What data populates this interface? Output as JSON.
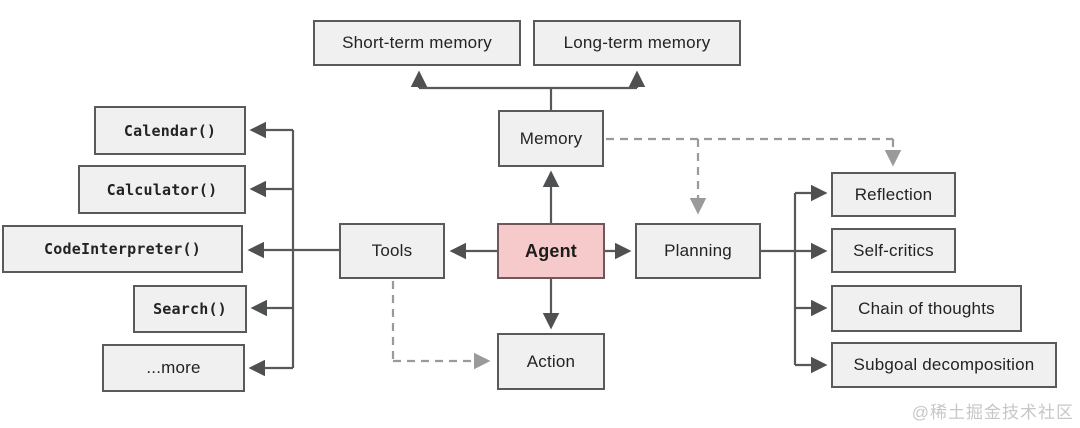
{
  "diagram": {
    "title_semantic": "LLM agent architecture overview",
    "watermark": "@稀土掘金技术社区",
    "colors": {
      "background": "#ffffff",
      "box_fill": "#f0f0f0",
      "box_border": "#595a5c",
      "agent_fill": "#f6caca",
      "agent_border": "#6f585a",
      "solid_line": "#57585a",
      "dashed_line": "#9a9a9a",
      "text": "#222325",
      "watermark": "#c7c7c7"
    },
    "nodes": {
      "short_term_memory": "Short-term memory",
      "long_term_memory": "Long-term memory",
      "memory": "Memory",
      "tools": "Tools",
      "agent": "Agent",
      "planning": "Planning",
      "action": "Action",
      "calendar": "Calendar()",
      "calculator": "Calculator()",
      "code_interpreter": "CodeInterpreter()",
      "search": "Search()",
      "more": "...more",
      "reflection": "Reflection",
      "self_critics": "Self-critics",
      "chain_of_thoughts": "Chain of thoughts",
      "subgoal_decomposition": "Subgoal decomposition"
    },
    "edges": [
      {
        "from": "memory",
        "to": "short_term_memory",
        "style": "solid",
        "arrow": "to"
      },
      {
        "from": "memory",
        "to": "long_term_memory",
        "style": "solid",
        "arrow": "to"
      },
      {
        "from": "agent",
        "to": "memory",
        "style": "solid",
        "arrow": "to"
      },
      {
        "from": "agent",
        "to": "tools",
        "style": "solid",
        "arrow": "to"
      },
      {
        "from": "agent",
        "to": "planning",
        "style": "solid",
        "arrow": "to"
      },
      {
        "from": "agent",
        "to": "action",
        "style": "solid",
        "arrow": "to"
      },
      {
        "from": "tools",
        "to": "calendar",
        "style": "solid",
        "arrow": "to"
      },
      {
        "from": "tools",
        "to": "calculator",
        "style": "solid",
        "arrow": "to"
      },
      {
        "from": "tools",
        "to": "code_interpreter",
        "style": "solid",
        "arrow": "to"
      },
      {
        "from": "tools",
        "to": "search",
        "style": "solid",
        "arrow": "to"
      },
      {
        "from": "tools",
        "to": "more",
        "style": "solid",
        "arrow": "to"
      },
      {
        "from": "planning",
        "to": "reflection",
        "style": "solid",
        "arrow": "to"
      },
      {
        "from": "planning",
        "to": "self_critics",
        "style": "solid",
        "arrow": "to"
      },
      {
        "from": "planning",
        "to": "chain_of_thoughts",
        "style": "solid",
        "arrow": "to"
      },
      {
        "from": "planning",
        "to": "subgoal_decomposition",
        "style": "solid",
        "arrow": "to"
      },
      {
        "from": "memory",
        "to": "planning",
        "style": "dashed",
        "arrow": "to"
      },
      {
        "from": "memory",
        "to": "reflection",
        "style": "dashed",
        "arrow": "to"
      },
      {
        "from": "tools",
        "to": "action",
        "style": "dashed",
        "arrow": "to"
      }
    ]
  }
}
